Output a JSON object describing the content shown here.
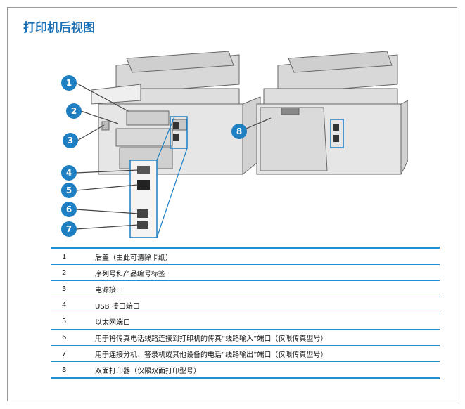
{
  "page": {
    "title": "打印机后视图"
  },
  "figure": {
    "callouts": [
      "1",
      "2",
      "3",
      "4",
      "5",
      "6",
      "7",
      "8"
    ],
    "accent_color": "#1e7fc2"
  },
  "table": {
    "rows": [
      {
        "num": "1",
        "desc": "后盖（由此可清除卡纸）"
      },
      {
        "num": "2",
        "desc": "序列号和产品编号标签"
      },
      {
        "num": "3",
        "desc": "电源接口"
      },
      {
        "num": "4",
        "desc": "USB 接口端口"
      },
      {
        "num": "5",
        "desc": "以太网端口"
      },
      {
        "num": "6",
        "desc": "用于将传真电话线路连接到打印机的传真“线路输入”端口（仅限传真型号）"
      },
      {
        "num": "7",
        "desc": "用于连接分机、答录机或其他设备的电话“线路输出”端口（仅限传真型号）"
      },
      {
        "num": "8",
        "desc": "双面打印器（仅限双面打印型号）"
      }
    ]
  }
}
